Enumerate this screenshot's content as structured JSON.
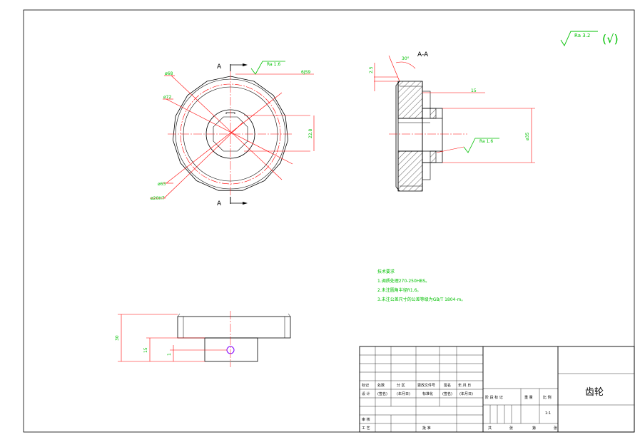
{
  "section": {
    "title": "A-A",
    "marker_top": "A",
    "marker_bottom": "A"
  },
  "surface_finish": {
    "general": "Ra 3.2",
    "general_suffix": "(√)",
    "bore": "Ra 1.6",
    "section": "Ra 1.6"
  },
  "dimensions": {
    "d68": "ø68",
    "d72": "ø72",
    "d63": "ø63",
    "d20": "ø20H7",
    "keyway_tol": "6JS9",
    "keyway_depth": "22.8",
    "chamfer_angle": "30°",
    "chamfer_len": "2.5",
    "hub_step": "15",
    "hub_dia": "ø35",
    "height_total": "30",
    "height_hub": "15",
    "small": "1"
  },
  "notes": {
    "title": "技术要求",
    "items": [
      "1.调质处理270-250HBS。",
      "2.未注圆角半径R1.6。",
      "3.未注公差尺寸的公差等级为GB/T 1804-m。"
    ]
  },
  "title_block": {
    "part_name": "齿轮",
    "scale": "1:1",
    "row_headers": [
      "标记",
      "处数",
      "分 区",
      "更改文件号",
      "签名",
      "年.月.日"
    ],
    "row_design": [
      "设 计",
      "(签名)",
      "(年月日)",
      "标准化",
      "(签名)",
      "(年月日)"
    ],
    "stage_headers": [
      "阶 段 标 记",
      "重 量",
      "比 例"
    ],
    "row_review": [
      "审 核"
    ],
    "row_process": [
      "工 艺",
      "批 准"
    ],
    "sheet": [
      "共",
      "张",
      "第",
      "张"
    ]
  }
}
